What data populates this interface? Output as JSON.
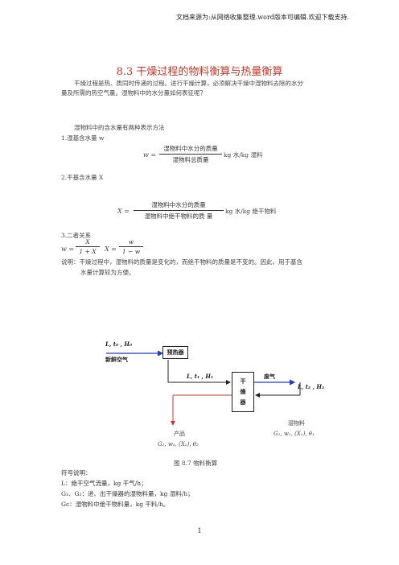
{
  "header": "文档来源为:从网络收集整理.word版本可编辑.欢迎下载支持.",
  "title": "8.3 干燥过程的物料衡算与热量衡算",
  "intro_line1": "干燥过程是热、质同时传递的过程。进行干燥计算，必须解决干燥中湿物料去除的水分",
  "intro_line2": "量及所需的热空气量。湿物料中的水分量如何表征呢？",
  "section_intro": "湿物料中的含水量有两种表示方法",
  "item1": "1.湿基含水量 w",
  "eq1": {
    "lhs": "w",
    "num": "湿物料中水分的质量",
    "den": "湿物料总质量",
    "unit": "kg 水/kg 湿料"
  },
  "item2": "2.干基含水量 X",
  "eq2": {
    "lhs": "X",
    "num": "湿物料中水分的质量",
    "den": "湿物料中绝干物料的质 量",
    "unit": "kg 水/kg 绝干物料"
  },
  "item3": "3.二者关系",
  "eq3": {
    "lhs1": "w",
    "num1": "X",
    "den1": "1 + X",
    "lhs2": "X",
    "num2": "w",
    "den2": "1 − w"
  },
  "note_line1": "说明：干燥过程中，湿物料的质量是变化的，而绝干物料的质量是不变的。因此，用于基含",
  "note_line2": "水量计算较为方便。",
  "diagram": {
    "inlet_label": "L, t₀ , H₀",
    "fresh_air": "新鲜空气",
    "preheater": "预热器",
    "heated_air": "L, t₁ , H₁",
    "dryer": [
      "干",
      "燥",
      "器"
    ],
    "exhaust": "废气",
    "exhaust_state": "L, t₂ , H₂",
    "wet_material": "湿物料",
    "wet_state": "G₁, w₁, (X₁), θ₁",
    "product": "产品",
    "product_state": "G₂, w₂, (X₂), θ₂",
    "colors": {
      "air": "#1f3fbf",
      "material": "#c0392b",
      "line": "#222222"
    }
  },
  "caption": "图 8.7     物料衡算",
  "symbols_title": "符号说明：",
  "symbols": [
    "L：绝干空气流量，kg 干气/h；",
    "G₁、G₂：进、出干燥器的湿物料量，kg 湿料/h；",
    "Gc：湿物料中绝干物料量，kg 干料/h。"
  ],
  "page_number": "1"
}
